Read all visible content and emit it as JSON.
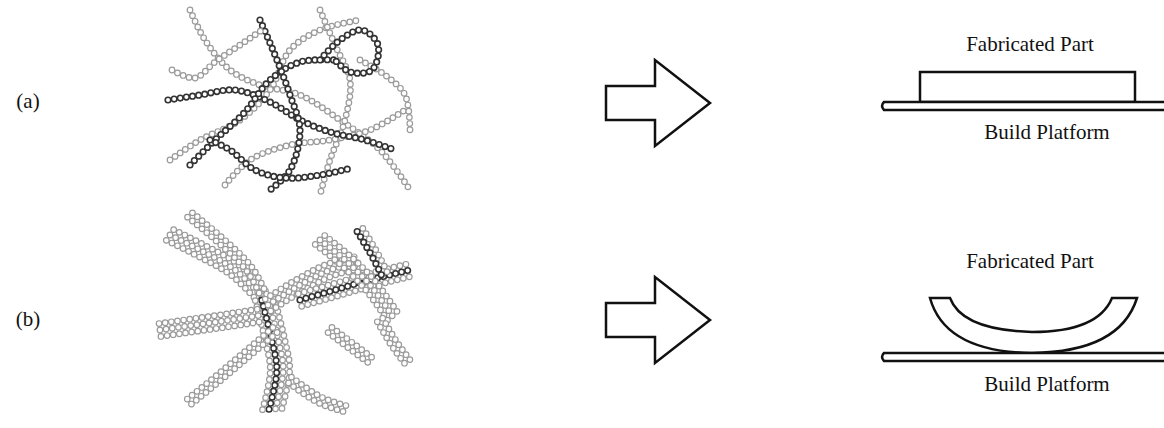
{
  "diagram": {
    "labels": [
      "(a)",
      "Fabricated Part",
      "Build Platform",
      "(b)",
      "Fabricated Part",
      "Build Platform"
    ]
  }
}
